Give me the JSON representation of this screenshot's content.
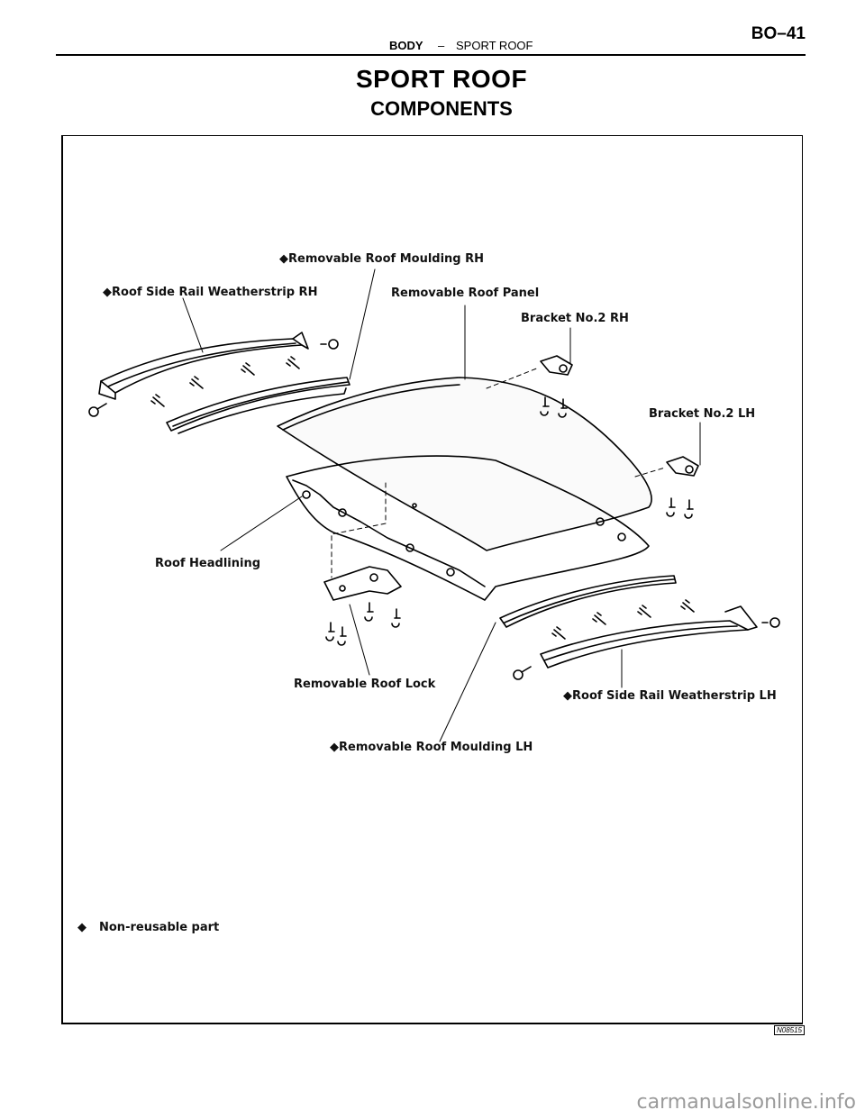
{
  "header": {
    "section": "BODY",
    "separator": "–",
    "subsection": "SPORT ROOF",
    "page_number": "BO–41"
  },
  "title": "SPORT ROOF",
  "subtitle": "COMPONENTS",
  "figure": {
    "labels": {
      "moulding_rh": "◆Removable Roof Moulding RH",
      "weatherstrip_rh": "◆Roof Side Rail Weatherstrip RH",
      "roof_panel": "Removable Roof Panel",
      "bracket_rh": "Bracket No.2 RH",
      "bracket_lh": "Bracket No.2 LH",
      "headlining": "Roof Headlining",
      "roof_lock": "Removable Roof Lock",
      "weatherstrip_lh": "◆Roof Side Rail Weatherstrip LH",
      "moulding_lh": "◆Removable Roof Moulding LH"
    },
    "legend_symbol": "◆",
    "legend_text": "Non-reusable part",
    "figure_id": "N08515"
  },
  "watermark": "carmanualsonline.info"
}
